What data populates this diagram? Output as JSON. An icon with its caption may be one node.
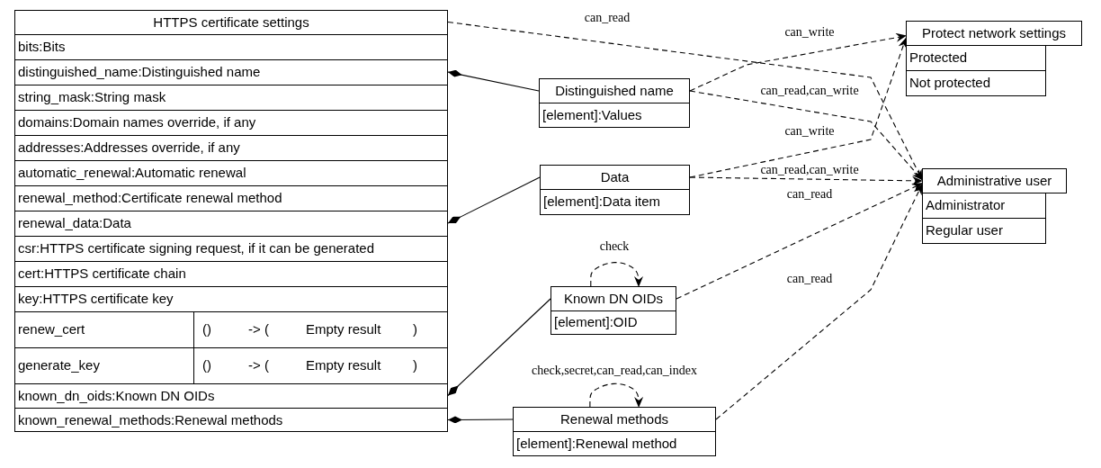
{
  "diagram": {
    "nodes": [
      {
        "text": [
          "HTTPS certificate settings"
        ]
      },
      {
        "text": [
          "bits:Bits"
        ],
        "in": 0
      },
      {
        "text": [
          "distinguished_name:Distinguished name"
        ],
        "in": 0
      },
      {
        "text": [
          "string_mask:String mask"
        ],
        "in": 0
      },
      {
        "text": [
          "domains:Domain names override, if any"
        ],
        "in": 0
      },
      {
        "text": [
          "addresses:Addresses override, if any"
        ],
        "in": 0
      },
      {
        "text": [
          "automatic_renewal:Automatic renewal"
        ],
        "in": 0
      },
      {
        "text": [
          "renewal_method:Certificate renewal method"
        ],
        "in": 0
      },
      {
        "text": [
          "renewal_data:Data"
        ],
        "in": 0
      },
      {
        "text": [
          "csr:HTTPS certificate signing request, if it can be generated"
        ],
        "in": 0
      },
      {
        "text": [
          "cert:HTTPS certificate chain"
        ],
        "in": 0
      },
      {
        "text": [
          "key:HTTPS certificate key"
        ],
        "in": 0
      },
      {
        "text": [
          "renew_cert",
          "()",
          "-> (",
          "Empty result",
          ")"
        ],
        "in": 0
      },
      {
        "text": [
          "generate_key",
          "()",
          "-> (",
          "Empty result",
          ")"
        ],
        "in": 0
      },
      {
        "text": [
          "known_dn_oids:Known DN OIDs"
        ],
        "in": 0
      },
      {
        "text": [
          "known_renewal_methods:Renewal methods"
        ],
        "in": 0
      },
      {
        "text": [
          "Distinguished name",
          "[element]:Values"
        ]
      },
      {
        "text": [
          "Data",
          "[element]:Data item"
        ]
      },
      {
        "text": [
          "Known DN OIDs",
          "[element]:OID"
        ]
      },
      {
        "text": [
          "Renewal methods",
          "[element]:Renewal method"
        ]
      },
      {
        "text": [
          "Protect network settings",
          "Protected",
          "Not protected"
        ]
      },
      {
        "text": [
          "Administrative user",
          "Administrator",
          "Regular user"
        ]
      }
    ],
    "edges": [
      {
        "from": 0,
        "to": 21,
        "arrow": "to",
        "label": "can_read",
        "style": "dashed"
      },
      {
        "from": 16,
        "to": 20,
        "arrow": "to",
        "label": "can_write",
        "style": "dashed"
      },
      {
        "from": 16,
        "to": 21,
        "arrow": "to",
        "label": "can_read,can_write",
        "style": "dashed"
      },
      {
        "from": 17,
        "to": 20,
        "arrow": "to",
        "label": "can_write",
        "style": "dashed"
      },
      {
        "from": 17,
        "to": 21,
        "arrow": "to",
        "label": "can_read,can_write",
        "style": "dashed"
      },
      {
        "from": 18,
        "to": 21,
        "arrow": "to",
        "label": "can_read",
        "style": "dashed"
      },
      {
        "from": 19,
        "to": 21,
        "arrow": "to",
        "label": "can_read",
        "style": "dashed"
      },
      {
        "from": 2,
        "to": 16,
        "arrow": "other"
      },
      {
        "from": 8,
        "to": 17,
        "arrow": "other"
      },
      {
        "from": 14,
        "to": 18,
        "arrow": "other"
      },
      {
        "from": 15,
        "to": 19,
        "arrow": "other"
      },
      {
        "from": 18,
        "to": 18,
        "arrow": "to",
        "label": "check",
        "style": "dashed"
      },
      {
        "from": 19,
        "to": 19,
        "arrow": "to",
        "label": "check,secret,can_read,can_index",
        "style": "dashed"
      }
    ]
  }
}
